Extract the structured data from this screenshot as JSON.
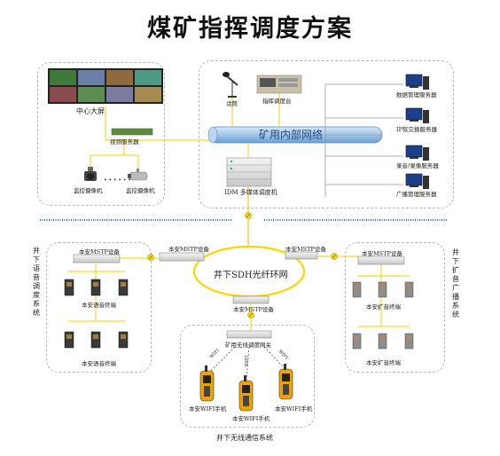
{
  "title": "煤矿指挥调度方案",
  "top": {
    "center_screen": "中心大屏",
    "video_server": "视频服务器",
    "camera_1": "监控摄像机",
    "camera_2": "监控摄像机",
    "mic": "话筒",
    "console": "指挥调度台",
    "network": "矿用内部网络",
    "idm": "IDM 多媒体调度机",
    "servers": [
      "数据管理服务器",
      "IP软交换服务器",
      "录音/录像服务器",
      "广播管理服务器"
    ]
  },
  "ring": {
    "label": "井下SDH光纤环网",
    "left_device": "本安MSTP设备",
    "right_device": "本安MSTP设备",
    "bottom_device": "本安MSTP设备"
  },
  "left_system": {
    "title": "井下语音调度系统",
    "device": "本安MSTP设备",
    "group1": "本安语音终端",
    "group2": "本安语音终端"
  },
  "right_system": {
    "title": "井下扩音广播系统",
    "device": "本安MSTP设备",
    "group1": "本安扩音终端",
    "group2": "本安扩音终端"
  },
  "wireless": {
    "gateway": "矿用无线调度网关",
    "phone_left": "本安WIFI手机",
    "phone_mid": "本安WIFI手机",
    "phone_right": "本安WIFI手机",
    "wifi": "WIFI",
    "caption": "井下无线通信系统"
  },
  "colors": {
    "yellow_line": "#f0d000",
    "network_blue": "#9fc6ea",
    "ring_yellow": "#f5d800"
  }
}
